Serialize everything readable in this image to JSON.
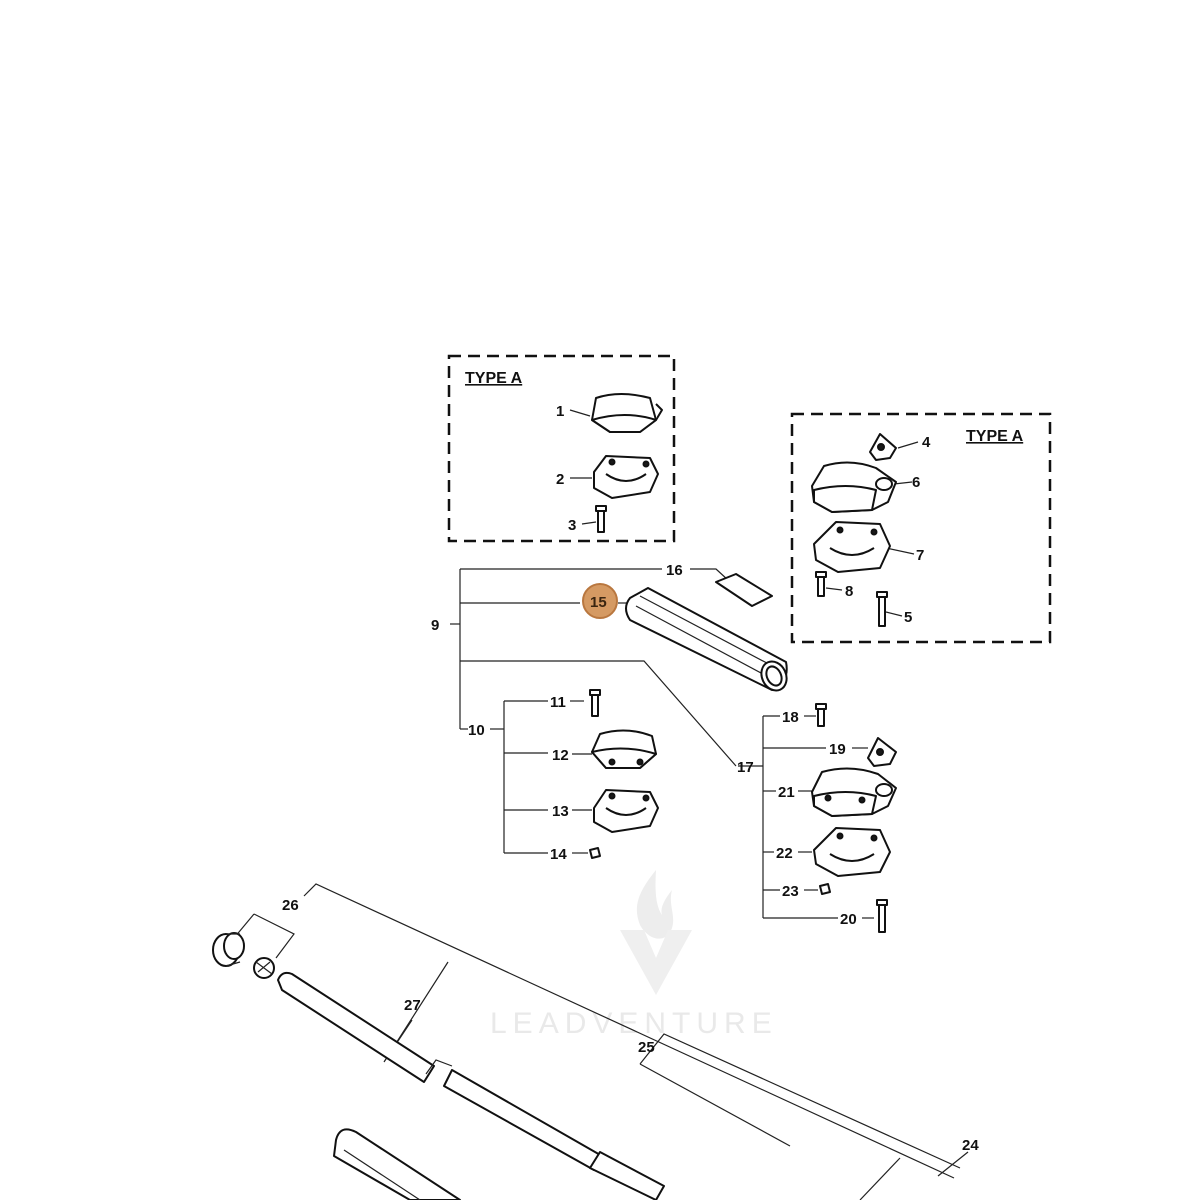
{
  "type_labels": {
    "left": "TYPE A",
    "right": "TYPE A"
  },
  "watermark": "LEADVENTURE",
  "highlight_color": "#d59a63",
  "callouts": {
    "c1": "1",
    "c2": "2",
    "c3": "3",
    "c4": "4",
    "c5": "5",
    "c6": "6",
    "c7": "7",
    "c8": "8",
    "c9": "9",
    "c10": "10",
    "c11": "11",
    "c12": "12",
    "c13": "13",
    "c14": "14",
    "c15": "15",
    "c16": "16",
    "c17": "17",
    "c18": "18",
    "c19": "19",
    "c20": "20",
    "c21": "21",
    "c22": "22",
    "c23": "23",
    "c24": "24",
    "c25": "25",
    "c26": "26",
    "c27": "27"
  }
}
